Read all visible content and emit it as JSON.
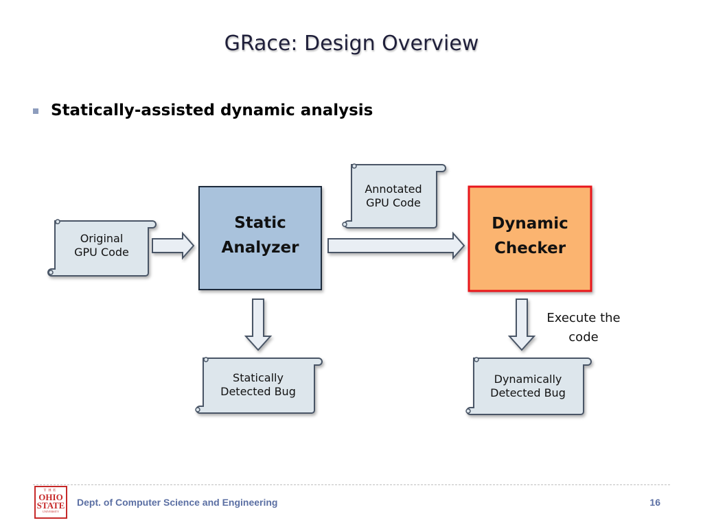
{
  "slide": {
    "title": "GRace: Design Overview",
    "bullet": "Statically-assisted dynamic analysis"
  },
  "diagram": {
    "original_gpu_code": [
      "Original",
      "GPU Code"
    ],
    "static_analyzer": [
      "Static",
      "Analyzer"
    ],
    "annotated_gpu_code": [
      "Annotated",
      "GPU Code"
    ],
    "dynamic_checker": [
      "Dynamic",
      "Checker"
    ],
    "statically_detected_bug": [
      "Statically",
      "Detected Bug"
    ],
    "dynamically_detected_bug": [
      "Dynamically",
      "Detected Bug"
    ],
    "execute_note": [
      "Execute the",
      "code"
    ],
    "colors": {
      "static_analyzer_fill": "#a9c2dc",
      "dynamic_checker_fill": "#fbb470",
      "dynamic_checker_border": "#e8141c",
      "scroll_fill": "#dde6ec",
      "arrow_fill": "#e9eef4"
    }
  },
  "footer": {
    "department": "Dept. of Computer Science and Engineering",
    "page_number": "16",
    "logo_text": [
      "THE",
      "OHIO",
      "STATE",
      "UNIVERSITY"
    ]
  }
}
